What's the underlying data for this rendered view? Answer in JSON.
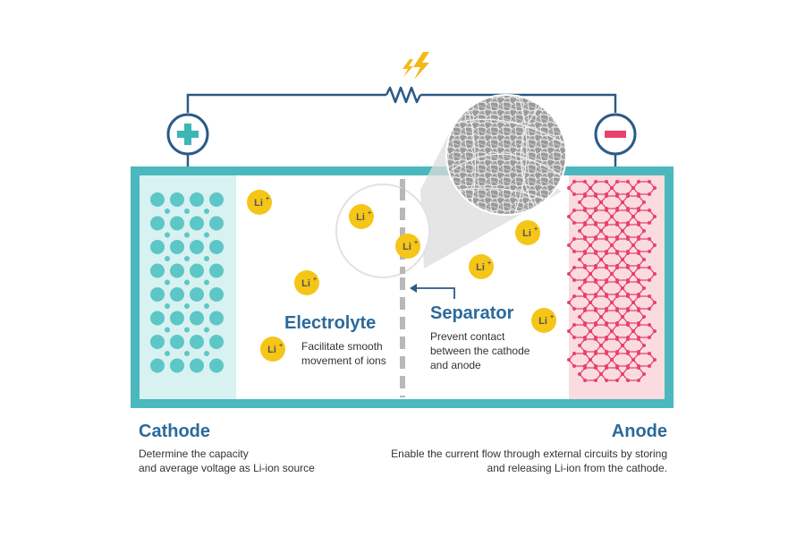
{
  "ion_label": "Li",
  "ion_charge": "+",
  "electrolyte": {
    "title": "Electrolyte",
    "desc_lines": [
      "Facilitate smooth",
      "movement of ions"
    ]
  },
  "separator": {
    "title": "Separator",
    "desc_lines": [
      "Prevent contact",
      "between the cathode",
      "and anode"
    ]
  },
  "cathode": {
    "title": "Cathode",
    "desc_lines": [
      "Determine the capacity",
      "and average voltage as Li-ion source"
    ]
  },
  "anode": {
    "title": "Anode",
    "desc_lines": [
      "Enable the current flow through external circuits by storing",
      "and releasing Li-ion from the cathode."
    ]
  },
  "colors": {
    "frame": "#4bb8bd",
    "cathode_bg": "#d8f1f1",
    "cathode_particle": "#5cc7c6",
    "anode_bg": "#f9dbe0",
    "anode_lattice": "#e8426a",
    "wire": "#2b5a86",
    "ion": "#f5c518",
    "spark": "#f5b81a",
    "terminal_plus": "#3fb6b6",
    "terminal_minus": "#e8426a",
    "title_blue": "#2b6a9c"
  },
  "icons": [
    "plus-terminal-icon",
    "minus-terminal-icon",
    "lightning-icon",
    "resistor-icon",
    "magnifier-icon"
  ]
}
